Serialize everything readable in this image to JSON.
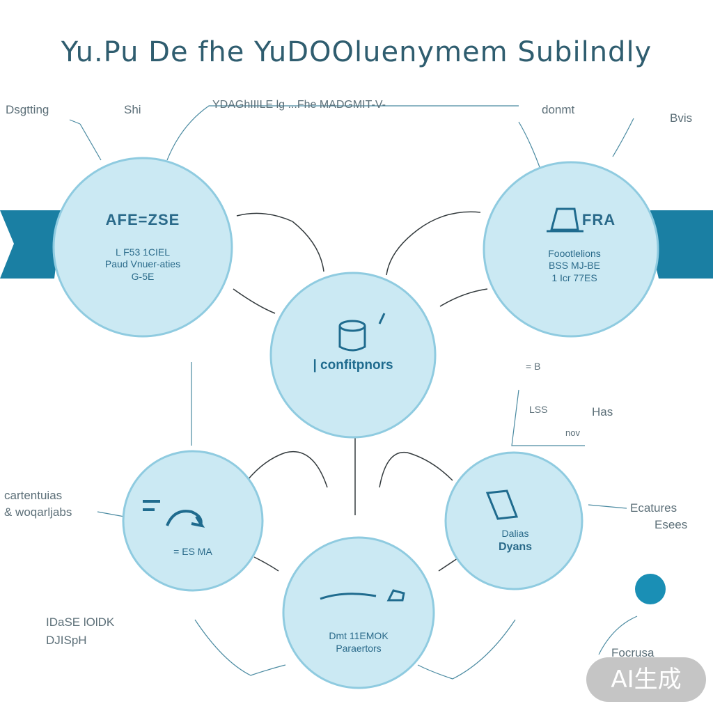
{
  "title": "Yu.Pu De fhe YuDOOluenymem Subilndly",
  "center": {
    "label": "| confitpnors",
    "icon": "container-icon"
  },
  "nodes": {
    "top_left": {
      "head": "AFE=ZSE",
      "lines": [
        "L F53 1CIEL",
        "Paud Vnuer-aties",
        "G-5E"
      ]
    },
    "top_right": {
      "head": "FRA",
      "lines": [
        "Foootlelions",
        "BSS MJ-BE",
        "1 Icr 77ES"
      ],
      "icon": "monitor-icon"
    },
    "mid_left": {
      "lines": [
        "= ES MA"
      ],
      "icon": "swirl-arrow-icon"
    },
    "mid_right": {
      "lines": [
        "Dalias",
        "Dyans"
      ],
      "icon": "document-icon"
    },
    "bottom": {
      "lines": [
        "Dmt 11EMOK",
        "Paraertors"
      ],
      "icon": "wave-icon"
    }
  },
  "labels": {
    "top_1": "Dsgtting",
    "top_2": "Shi",
    "top_3": "YDAGhIIILE lg ...Fhe MADGMIT-V-",
    "top_4": "donmt",
    "top_5": "Bvis",
    "mid_left_1": "cartentuias",
    "mid_left_2": "& woqarljabs",
    "right_1": "= B",
    "right_2": "Has",
    "right_3": "LSS",
    "right_4": "nov",
    "right_5": "Ecatures",
    "right_6": "Esees",
    "bottom_left_1": "IDaSE lOlDK",
    "bottom_left_2": "DJISpH",
    "bottom_right": "Focrusa"
  },
  "watermark": "AI生成",
  "colors": {
    "node_fill": "#cbe9f3",
    "node_stroke": "#8fcbe0",
    "accent": "#1a7fa3"
  }
}
